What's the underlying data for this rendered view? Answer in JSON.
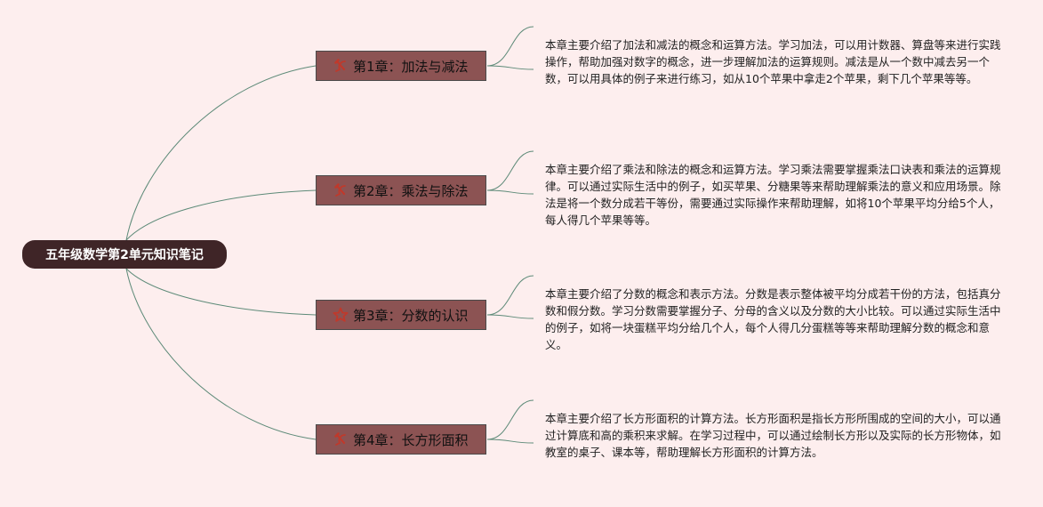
{
  "root": {
    "label": "五年级数学第2单元知识笔记"
  },
  "colors": {
    "background": "#fdeeee",
    "root_fill": "#3f2527",
    "chapter_fill": "#8c5353",
    "connector": "#5d8a78",
    "icon": "#c0392b"
  },
  "chapters": [
    {
      "label": "第1章：加法与减法",
      "icon": "hammer-sickle-icon",
      "note": "本章主要介绍了加法和减法的概念和运算方法。学习加法，可以用计数器、算盘等来进行实践操作，帮助加强对数字的概念，进一步理解加法的运算规则。减法是从一个数中减去另一个数，可以用具体的例子来进行练习，如从10个苹果中拿走2个苹果，剩下几个苹果等等。"
    },
    {
      "label": "第2章：乘法与除法",
      "icon": "hammer-sickle-icon",
      "note": "本章主要介绍了乘法和除法的概念和运算方法。学习乘法需要掌握乘法口诀表和乘法的运算规律。可以通过实际生活中的例子，如买苹果、分糖果等来帮助理解乘法的意义和应用场景。除法是将一个数分成若干等份，需要通过实际操作来帮助理解，如将10个苹果平均分给5个人，每人得几个苹果等等。"
    },
    {
      "label": "第3章：分数的认识",
      "icon": "star-icon",
      "note": "本章主要介绍了分数的概念和表示方法。分数是表示整体被平均分成若干份的方法，包括真分数和假分数。学习分数需要掌握分子、分母的含义以及分数的大小比较。可以通过实际生活中的例子，如将一块蛋糕平均分给几个人，每个人得几分蛋糕等等来帮助理解分数的概念和意义。"
    },
    {
      "label": "第4章：长方形面积",
      "icon": "hammer-sickle-icon",
      "note": "本章主要介绍了长方形面积的计算方法。长方形面积是指长方形所围成的空间的大小，可以通过计算底和高的乘积来求解。在学习过程中，可以通过绘制长方形以及实际的长方形物体，如教室的桌子、课本等，帮助理解长方形面积的计算方法。"
    }
  ]
}
